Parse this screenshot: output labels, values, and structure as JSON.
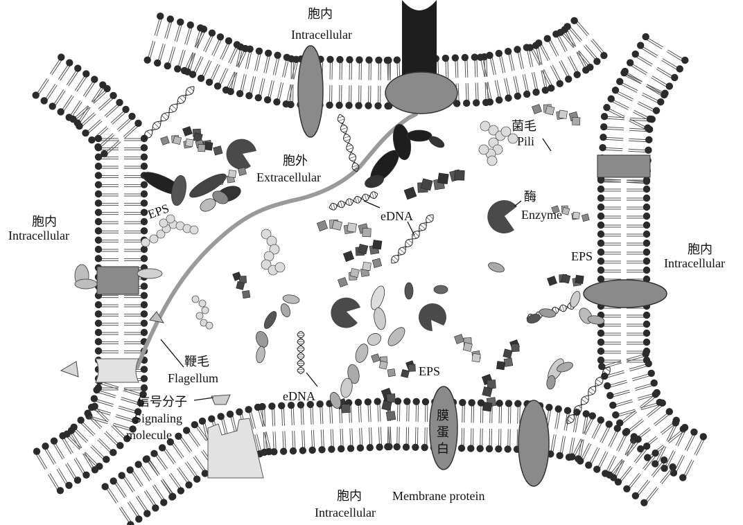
{
  "labels": {
    "intracellular_top": {
      "zh": "胞内",
      "en": "Intracellular"
    },
    "intracellular_left": {
      "zh": "胞内",
      "en": "Intracellular"
    },
    "intracellular_right": {
      "zh": "胞内",
      "en": "Intracellular"
    },
    "intracellular_bottom": {
      "zh": "胞内",
      "en": "Intracellular"
    },
    "extracellular": {
      "zh": "胞外",
      "en": "Extracellular"
    },
    "pili": {
      "zh": "菌毛",
      "en": "Pili"
    },
    "enzyme": {
      "zh": "酶",
      "en": "Enzyme"
    },
    "eps_left": "EPS",
    "eps_right": "EPS",
    "eps_bottom": "EPS",
    "edna_center": "eDNA",
    "edna_bottom": "eDNA",
    "flagellum": {
      "zh": "鞭毛",
      "en": "Flagellum"
    },
    "signaling": {
      "zh": "信号分子",
      "en1": "Signaling",
      "en2": "molecule"
    },
    "membrane_protein": {
      "zh1": "膜",
      "zh2": "蛋",
      "zh3": "白",
      "en": "Membrane protein"
    }
  },
  "colors": {
    "lipid_head": "#2b2b2b",
    "protein_gray": "#8a8a8a",
    "protein_light": "#cccccc",
    "dark": "#1e1e1e",
    "flagellum": "#9a9a9a"
  }
}
